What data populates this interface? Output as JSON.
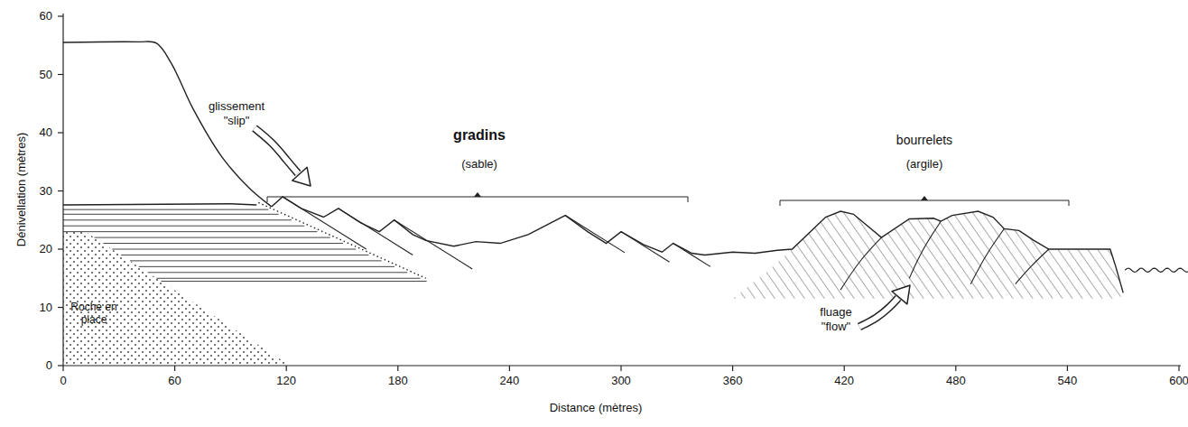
{
  "diagram": {
    "labels": [
      "0",
      "10",
      "20",
      "30",
      "40",
      "50",
      "60",
      "0",
      "60",
      "120",
      "180",
      "240",
      "300",
      "360",
      "420",
      "480",
      "540",
      "600",
      "Dénivellation (mètres)",
      "Distance (mètres)",
      "glissement",
      "\"slip\"",
      "gradins",
      "(sable)",
      "bourrelets",
      "(argile)",
      "Roche en place",
      "fluage",
      "\"flow\""
    ]
  }
}
